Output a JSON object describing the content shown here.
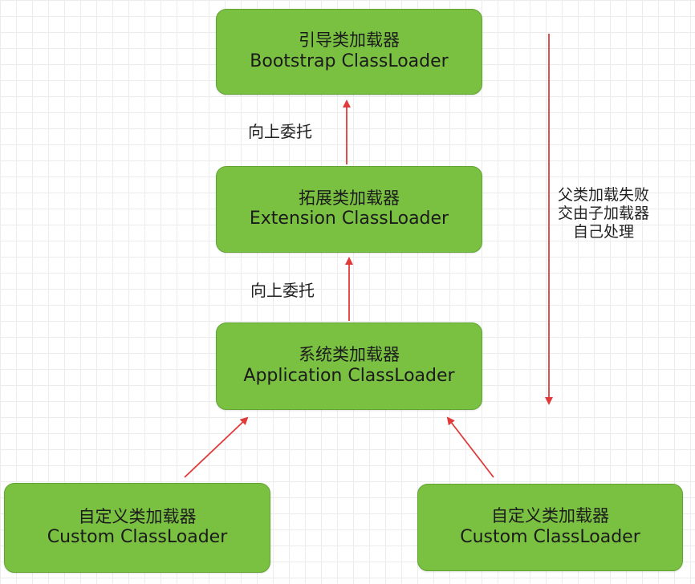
{
  "nodes": {
    "bootstrap": {
      "cn": "引导类加载器",
      "en": "Bootstrap ClassLoader"
    },
    "extension": {
      "cn": "拓展类加载器",
      "en": "Extension ClassLoader"
    },
    "application": {
      "cn": "系统类加载器",
      "en": "Application ClassLoader"
    },
    "custom_left": {
      "cn": "自定义类加载器",
      "en": "Custom ClassLoader"
    },
    "custom_right": {
      "cn": "自定义类加载器",
      "en": "Custom ClassLoader"
    }
  },
  "edge_labels": {
    "app_to_ext": "向上委托",
    "ext_to_boot": "向上委托"
  },
  "side_note": {
    "lines": [
      "父类加载失败",
      "交由子加载器",
      "自己处理"
    ]
  },
  "colors": {
    "node_fill": "#7ac142",
    "node_border": "#62a434",
    "arrow": "#e03a3a",
    "grid": "#ececec"
  }
}
